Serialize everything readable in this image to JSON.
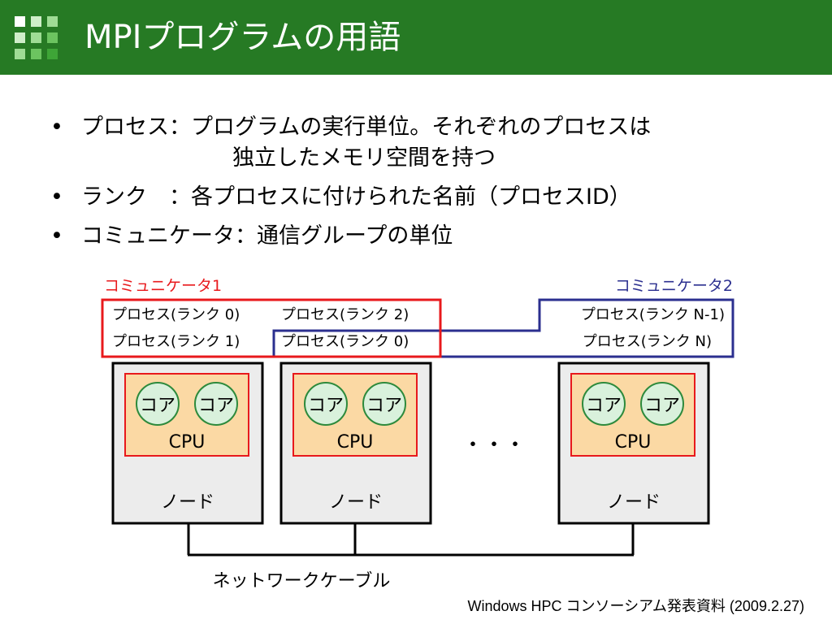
{
  "slide": {
    "title": "MPIプログラムの用語",
    "bullets": [
      {
        "term": "プロセス",
        "sep": "：",
        "text": "プログラムの実行単位。それぞれのプロセスは",
        "cont": "独立したメモリ空間を持つ"
      },
      {
        "term": "ランク",
        "sep": "　：",
        "text": "各プロセスに付けられた名前（プロセスID）"
      },
      {
        "term": "コミュニケータ",
        "sep": "：",
        "text": "通信グループの単位"
      }
    ],
    "footer": "Windows HPC コンソーシアム発表資料 (2009.2.27)"
  },
  "diagram": {
    "communicator1": {
      "label": "コミュニケータ1",
      "color": "#e8191c"
    },
    "communicator2": {
      "label": "コミュニケータ2",
      "color": "#2b2f8f"
    },
    "processes": {
      "p0": "プロセス(ランク 0)",
      "p1": "プロセス(ランク 1)",
      "p2": "プロセス(ランク 2)",
      "c2p0": "プロセス(ランク 0)",
      "n1": "プロセス(ランク N-1)",
      "n": "プロセス(ランク N)"
    },
    "core_label": "コア",
    "cpu_label": "CPU",
    "node_label": "ノード",
    "ellipsis": "・・・",
    "network_label": "ネットワークケーブル",
    "colors": {
      "title_bg": "#267a24",
      "node_fill": "#ececec",
      "cpu_fill": "#fbd9a4",
      "core_fill": "#d9f1dc",
      "core_stroke": "#2d8a3c",
      "cpu_stroke": "#e8191c"
    }
  }
}
